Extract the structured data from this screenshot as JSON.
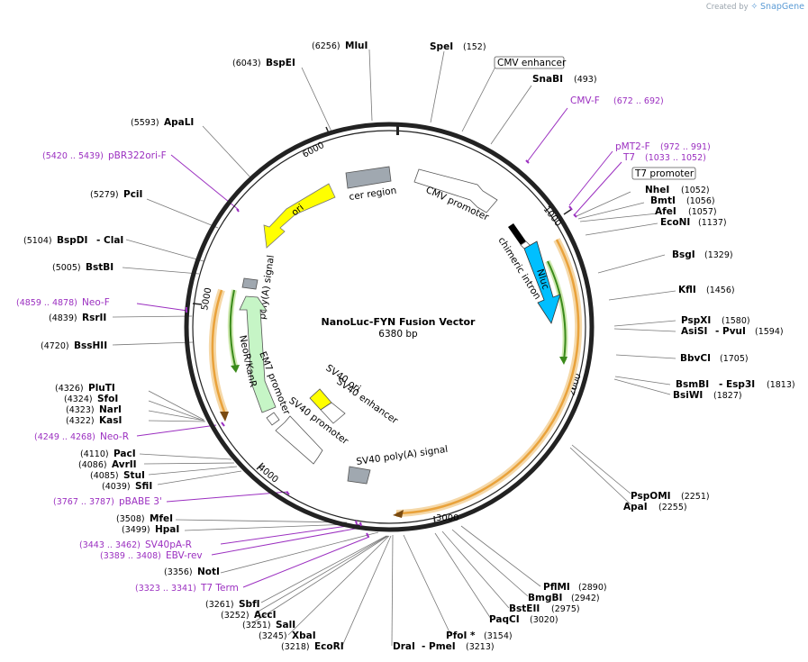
{
  "branding": {
    "created_by": "Created by",
    "product": "SnapGene"
  },
  "title": "NanoLuc-FYN Fusion Vector",
  "subtitle": "6380 bp",
  "ticks": [
    "1000",
    "2000",
    "3000",
    "4000",
    "5000",
    "6000"
  ],
  "features": {
    "cmv_promoter": "CMV promoter",
    "chimeric_intron": "chimeric intron",
    "nluc": "Nluc",
    "cer_region": "cer region",
    "ori": "ori",
    "polya_signal": "poly(A) signal",
    "neor_kanr": "NeoR/KanR",
    "em7_promoter": "EM7 promoter",
    "sv40_promoter": "SV40 promoter",
    "sv40_ori": "SV40 ori",
    "sv40_enhancer": "SV40 enhancer",
    "sv40_polya": "SV40 poly(A) signal"
  },
  "boxed_labels": {
    "cmv_enhancer": "CMV enhancer",
    "t7_promoter": "T7 promoter"
  },
  "enzymes": {
    "mlui": {
      "name": "MluI",
      "pos": "(6256)"
    },
    "spei": {
      "name": "SpeI",
      "pos": "(152)"
    },
    "bspei": {
      "name": "BspEI",
      "pos": "(6043)"
    },
    "snabi": {
      "name": "SnaBI",
      "pos": "(493)"
    },
    "apali": {
      "name": "ApaLI",
      "pos": "(5593)"
    },
    "nhei": {
      "name": "NheI",
      "pos": "(1052)"
    },
    "bmti": {
      "name": "BmtI",
      "pos": "(1056)"
    },
    "afei": {
      "name": "AfeI",
      "pos": "(1057)"
    },
    "econi": {
      "name": "EcoNI",
      "pos": "(1137)"
    },
    "pcii": {
      "name": "PciI",
      "pos": "(5279)"
    },
    "bspdi": {
      "name": "BspDI",
      "pos": "(5104)",
      "extra": "- ClaI"
    },
    "bsgi": {
      "name": "BsgI",
      "pos": "(1329)"
    },
    "bstbi": {
      "name": "BstBI",
      "pos": "(5005)"
    },
    "kfli": {
      "name": "KflI",
      "pos": "(1456)"
    },
    "rsrii": {
      "name": "RsrII",
      "pos": "(4839)"
    },
    "pspxi": {
      "name": "PspXI",
      "pos": "(1580)"
    },
    "asisi": {
      "name": "AsiSI",
      "pos": "(1594)",
      "extra": "- PvuI"
    },
    "bsshii": {
      "name": "BssHII",
      "pos": "(4720)"
    },
    "bbvci": {
      "name": "BbvCI",
      "pos": "(1705)"
    },
    "bsmbi": {
      "name": "BsmBI",
      "pos": "(1813)",
      "extra": "- Esp3I"
    },
    "bsiwi": {
      "name": "BsiWI",
      "pos": "(1827)"
    },
    "pluti": {
      "name": "PluTI",
      "pos": "(4326)"
    },
    "sfoi": {
      "name": "SfoI",
      "pos": "(4324)"
    },
    "nari": {
      "name": "NarI",
      "pos": "(4323)"
    },
    "kasi": {
      "name": "KasI",
      "pos": "(4322)"
    },
    "paci": {
      "name": "PacI",
      "pos": "(4110)"
    },
    "avrii": {
      "name": "AvrII",
      "pos": "(4086)"
    },
    "stui": {
      "name": "StuI",
      "pos": "(4085)"
    },
    "sfii": {
      "name": "SfiI",
      "pos": "(4039)"
    },
    "pspomi": {
      "name": "PspOMI",
      "pos": "(2251)"
    },
    "apai": {
      "name": "ApaI",
      "pos": "(2255)"
    },
    "mfei": {
      "name": "MfeI",
      "pos": "(3508)"
    },
    "hpai": {
      "name": "HpaI",
      "pos": "(3499)"
    },
    "noti": {
      "name": "NotI",
      "pos": "(3356)"
    },
    "pflmi": {
      "name": "PflMI",
      "pos": "(2890)"
    },
    "bmgbi": {
      "name": "BmgBI",
      "pos": "(2942)"
    },
    "bsteii": {
      "name": "BstEII",
      "pos": "(2975)"
    },
    "paqci": {
      "name": "PaqCI",
      "pos": "(3020)"
    },
    "sbfi": {
      "name": "SbfI",
      "pos": "(3261)"
    },
    "acci": {
      "name": "AccI",
      "pos": "(3252)"
    },
    "sali": {
      "name": "SalI",
      "pos": "(3251)"
    },
    "xbai": {
      "name": "XbaI",
      "pos": "(3245)"
    },
    "ecori": {
      "name": "EcoRI",
      "pos": "(3218)"
    },
    "pfoi": {
      "name": "PfoI *",
      "pos": "(3154)"
    },
    "drai": {
      "name": "DraI",
      "extra": "- PmeI",
      "pos": "(3213)"
    }
  },
  "primers": {
    "cmv_f": {
      "name": "CMV-F",
      "range": "(672 .. 692)"
    },
    "pmt2_f": {
      "name": "pMT2-F",
      "range": "(972 .. 991)"
    },
    "t7": {
      "name": "T7",
      "range": "(1033 .. 1052)"
    },
    "pbr322ori_f": {
      "name": "pBR322ori-F",
      "range": "(5420 .. 5439)"
    },
    "neo_f": {
      "name": "Neo-F",
      "range": "(4859 .. 4878)"
    },
    "neo_r": {
      "name": "Neo-R",
      "range": "(4249 .. 4268)"
    },
    "pbabe3": {
      "name": "pBABE 3'",
      "range": "(3767 .. 3787)"
    },
    "sv40pa_r": {
      "name": "SV40pA-R",
      "range": "(3443 .. 3462)"
    },
    "ebv_rev": {
      "name": "EBV-rev",
      "range": "(3389 .. 3408)"
    },
    "t7_term": {
      "name": "T7 Term",
      "range": "(3323 .. 3341)"
    }
  },
  "colors": {
    "backbone": "#222222",
    "primer": "#9b2fc0",
    "ori": "#ffff00",
    "nluc": "#00bfff",
    "neor": "#c6f5c6",
    "orf_orange": "#e9a23b",
    "orf_green": "#3a8a1a",
    "cer_gray": "#a0a8b0"
  }
}
